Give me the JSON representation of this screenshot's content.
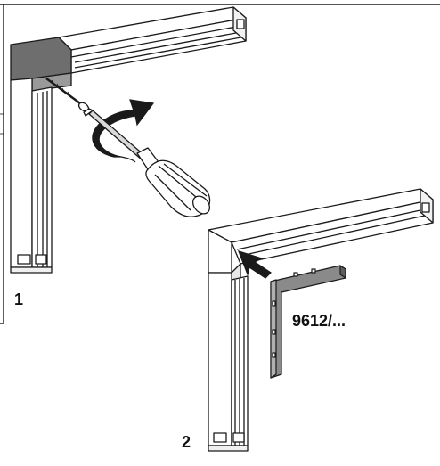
{
  "steps": [
    {
      "number": "1"
    },
    {
      "number": "2"
    }
  ],
  "part_number": "9612/...",
  "colors": {
    "line": "#1a1a1a",
    "frame_shade": "#6e6e6e",
    "bracket": "#8a8a8a",
    "screwdriver_shaft": "#d9d9d9",
    "arrow_fill": "#1a1a1a"
  },
  "icons": [
    "screw-icon",
    "screwdriver-icon",
    "rotation-arrow-icon",
    "insert-arrow-icon",
    "corner-bracket-icon"
  ]
}
